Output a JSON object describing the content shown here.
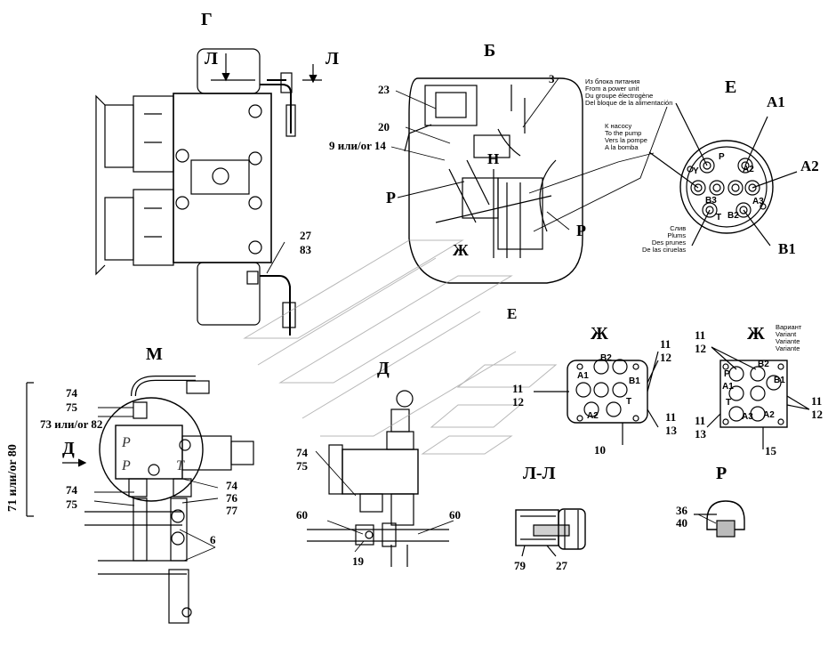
{
  "views": {
    "g": "Г",
    "b": "Б",
    "e": "Е",
    "m": "М",
    "d": "Д",
    "zh1": "Ж",
    "zh2": "Ж",
    "ll_section": "Л-Л",
    "r": "Р",
    "l_left": "Л",
    "l_right": "Л",
    "d_arrow": "Д",
    "e_arrow": "Е",
    "n_arrow": "Н",
    "zh_arrow": "Ж",
    "r_left": "Р",
    "r_right": "Р"
  },
  "callouts": {
    "c23": "23",
    "c3": "3",
    "c20": "20",
    "c9_14": "9 или/or 14",
    "c27": "27",
    "c83": "83",
    "c74a": "74",
    "c75a": "75",
    "c73_82": "73 или/or 82",
    "c74b": "74",
    "c75b": "75",
    "c74c": "74",
    "c76": "76",
    "c77": "77",
    "c6": "6",
    "c71_80": "71 или/or 80",
    "c74d": "74",
    "c75d": "75",
    "c60a": "60",
    "c60b": "60",
    "c19": "19",
    "c79": "79",
    "c27b": "27",
    "c36": "36",
    "c40": "40",
    "c10": "10",
    "c11a": "11",
    "c12a": "12",
    "c11b": "11",
    "c12b": "12",
    "c11c": "11",
    "c13a": "13",
    "c11d": "11",
    "c12d": "12",
    "c11e": "11",
    "c13e": "13",
    "c11f": "11",
    "c12f": "12",
    "c15": "15"
  },
  "notes": {
    "power_unit": [
      "Из блока питания",
      "From a power unit",
      "Du groupe électrogène",
      "Del bloque de la alimentación"
    ],
    "to_pump": [
      "К насосу",
      "To the pump",
      "Vers la pompe",
      "A la bomba"
    ],
    "drain": [
      "Слив",
      "Plums",
      "Des prunes",
      "De las ciruelas"
    ],
    "variant": [
      "Вариант",
      "Variant",
      "Variante",
      "Variante"
    ]
  },
  "ports_e": {
    "a1": "A1",
    "a2": "A2",
    "b1": "B1",
    "p": "P",
    "y": "Y",
    "t": "T",
    "a2_in": "A2",
    "a3_in": "A3",
    "b2_in": "B2",
    "b3_in": "B3"
  },
  "ports_zh1": [
    "B2",
    "A1",
    "B1",
    "T",
    "A2"
  ],
  "ports_zh2": [
    "A1",
    "B2",
    "B1",
    "P",
    "T",
    "A2",
    "A3"
  ],
  "block_m": {
    "p1": "P",
    "p2": "P",
    "t": "T"
  }
}
